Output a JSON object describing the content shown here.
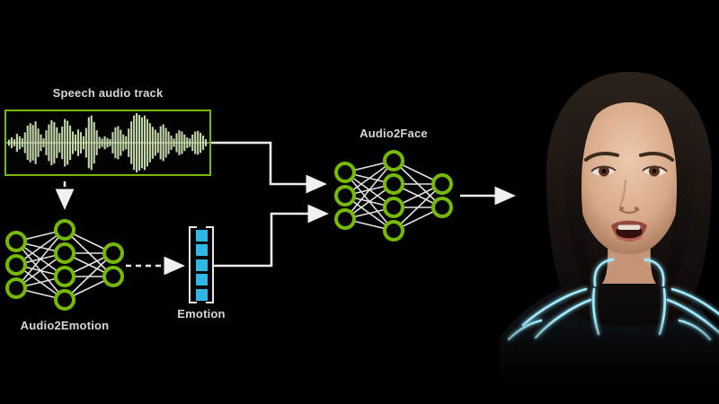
{
  "scene": {
    "background": "#000000",
    "accent_green": "#76b900",
    "accent_cyan": "#2eb8e6",
    "connector_color": "#ededed",
    "text_color": "#d6d6d6"
  },
  "diagram": {
    "speech_track": {
      "label": "Speech audio track",
      "waveform_color": "#cfe3b4",
      "box_border_color": "#76b900",
      "amplitudes": [
        0.1,
        0.18,
        0.12,
        0.3,
        0.22,
        0.15,
        0.35,
        0.58,
        0.66,
        0.6,
        0.72,
        0.48,
        0.28,
        0.15,
        0.42,
        0.62,
        0.76,
        0.7,
        0.52,
        0.33,
        0.55,
        0.8,
        0.74,
        0.58,
        0.38,
        0.28,
        0.45,
        0.36,
        0.22,
        0.5,
        0.86,
        0.92,
        0.7,
        0.42,
        0.2,
        0.14,
        0.22,
        0.16,
        0.12,
        0.36,
        0.52,
        0.56,
        0.44,
        0.28,
        0.22,
        0.48,
        0.72,
        0.92,
        1.0,
        0.94,
        0.86,
        0.92,
        0.8,
        0.66,
        0.54,
        0.44,
        0.34,
        0.56,
        0.62,
        0.5,
        0.38,
        0.24,
        0.14,
        0.32,
        0.42,
        0.38,
        0.28,
        0.18,
        0.14,
        0.28,
        0.38,
        0.4,
        0.34,
        0.24,
        0.12
      ]
    },
    "audio2emotion": {
      "label": "Audio2Emotion",
      "layers": [
        3,
        4,
        2
      ]
    },
    "audio2face": {
      "label": "Audio2Face",
      "layers": [
        3,
        4,
        2
      ]
    },
    "emotion_vector": {
      "label": "Emotion",
      "cells": 5,
      "cell_color": "#2eb8e6"
    },
    "avatar": {
      "name": "digital-human-avatar"
    }
  }
}
